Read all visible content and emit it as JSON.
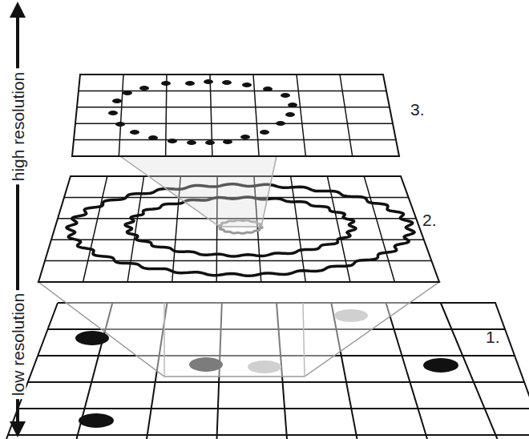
{
  "diagram": {
    "labels": [
      "high resolution",
      "low resolution",
      "3.",
      "2.",
      "1."
    ]
  }
}
